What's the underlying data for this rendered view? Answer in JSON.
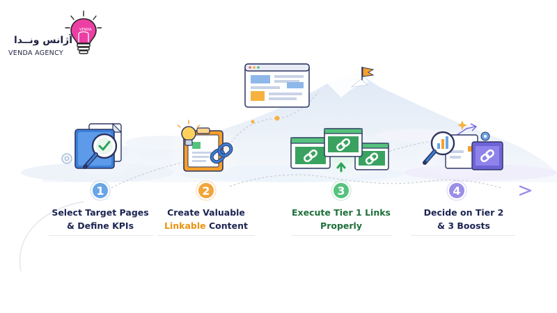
{
  "brand": {
    "name_fa": "آژانس ونــدا",
    "name_en": "VENDA AGENCY",
    "bulb_color": "#ec3fa4"
  },
  "colors": {
    "step1": "#6aa5e6",
    "step2": "#f2a53a",
    "step3": "#56c27d",
    "step4": "#9b8ee8",
    "text_dark": "#1c2451",
    "text_green": "#1f6f3a",
    "highlight": "#e9930f"
  },
  "steps": [
    {
      "number": "1",
      "line1": "Select Target Pages",
      "line2": "& Define KPIs",
      "icon": "magnifier-check-document-icon"
    },
    {
      "number": "2",
      "line1": "Create Valuable",
      "line2_highlight": "Linkable",
      "line2_rest": " Content",
      "icon": "lightbulb-clipboard-link-icon"
    },
    {
      "number": "3",
      "line1": "Execute Tier 1 Links",
      "line2": "Properly",
      "icon": "browser-windows-link-icon"
    },
    {
      "number": "4",
      "line1": "Decide on Tier 2",
      "line2": "& 3 Boosts",
      "icon": "analytics-magnifier-link-icon"
    }
  ],
  "summit": {
    "icon": "webpage-summit-flag-icon"
  }
}
